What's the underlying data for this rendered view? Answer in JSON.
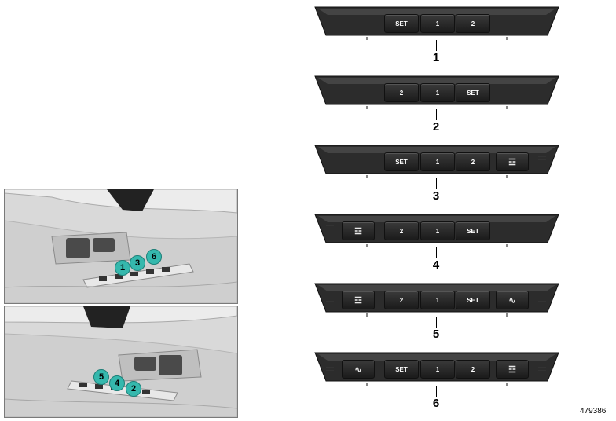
{
  "panels": [
    {
      "number": "1",
      "buttons": [
        "SET",
        "1",
        "2"
      ]
    },
    {
      "number": "2",
      "buttons": [
        "2",
        "1",
        "SET"
      ]
    },
    {
      "number": "3",
      "buttons": [
        "SET",
        "1",
        "2"
      ],
      "right_icon": "seat-massage-icon"
    },
    {
      "number": "4",
      "buttons": [
        "2",
        "1",
        "SET"
      ],
      "left_icon": "seat-massage-icon"
    },
    {
      "number": "5",
      "buttons": [
        "2",
        "1",
        "SET"
      ],
      "left_icon": "seat-massage-icon",
      "right_icon": "lumbar-icon"
    },
    {
      "number": "6",
      "buttons": [
        "SET",
        "1",
        "2"
      ],
      "left_icon": "lumbar-icon",
      "right_icon": "seat-massage-icon"
    }
  ],
  "insets": {
    "top": {
      "callouts": [
        "1",
        "3",
        "6"
      ]
    },
    "bottom": {
      "callouts": [
        "5",
        "4",
        "2"
      ]
    }
  },
  "reference_number": "479386",
  "colors": {
    "callout": "#35b8ad",
    "panel": "#2c2c2c"
  }
}
